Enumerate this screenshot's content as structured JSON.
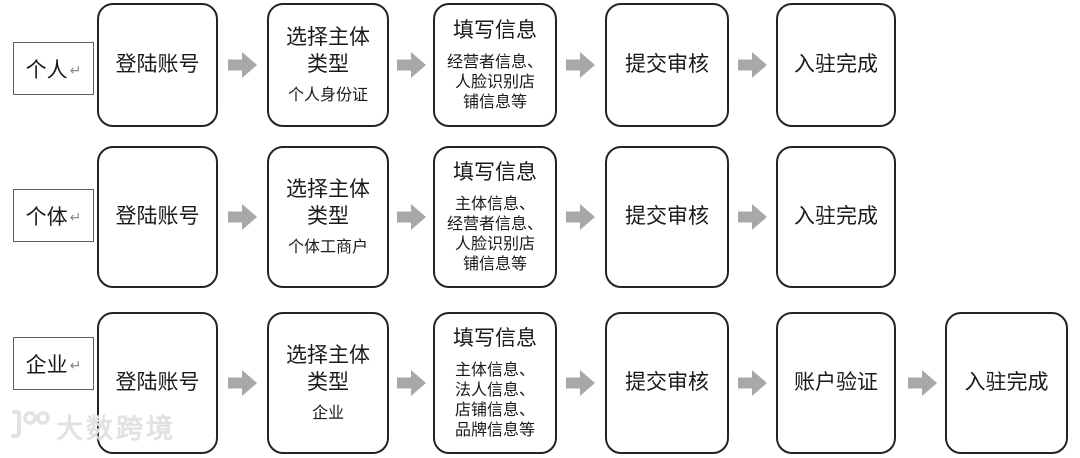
{
  "colors": {
    "box_border": "#242424",
    "label_border": "#5f5f5f",
    "arrow": "#a8a8a8",
    "text": "#1a1a1a",
    "watermark": "#e2e2e2"
  },
  "watermark": {
    "logo": "100",
    "text": "大数跨境"
  },
  "rows": [
    {
      "label": "个人",
      "return_mark": "↵",
      "steps": [
        {
          "title": "登陆账号"
        },
        {
          "title": "选择主体\n类型",
          "sub": "个人身份证"
        },
        {
          "title": "填写信息",
          "sub": "经营者信息、\n人脸识别店\n铺信息等"
        },
        {
          "title": "提交审核"
        },
        {
          "title": "入驻完成"
        }
      ]
    },
    {
      "label": "个体",
      "return_mark": "↵",
      "steps": [
        {
          "title": "登陆账号"
        },
        {
          "title": "选择主体\n类型",
          "sub": "个体工商户"
        },
        {
          "title": "填写信息",
          "sub": "主体信息、\n经营者信息、\n人脸识别店\n铺信息等"
        },
        {
          "title": "提交审核"
        },
        {
          "title": "入驻完成"
        }
      ]
    },
    {
      "label": "企业",
      "return_mark": "↵",
      "steps": [
        {
          "title": "登陆账号"
        },
        {
          "title": "选择主体\n类型",
          "sub": "企业"
        },
        {
          "title": "填写信息",
          "sub": "主体信息、\n法人信息、\n店铺信息、\n品牌信息等"
        },
        {
          "title": "提交审核"
        },
        {
          "title": "账户验证"
        },
        {
          "title": "入驻完成"
        }
      ]
    }
  ]
}
